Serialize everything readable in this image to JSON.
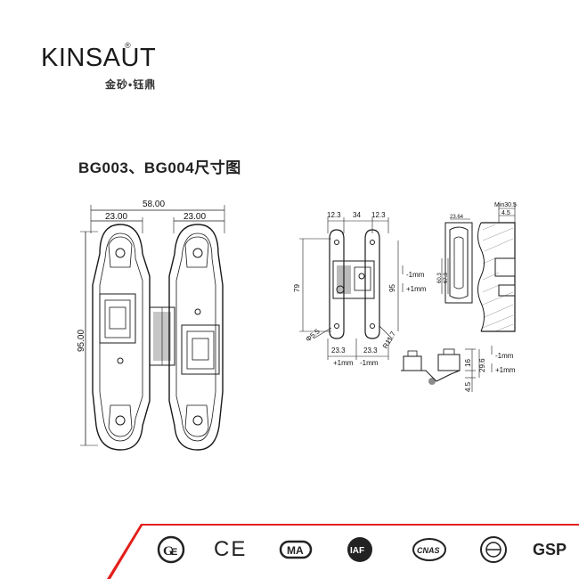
{
  "brand": {
    "name": "KINSAUT",
    "registered": "®",
    "subtitle": "金砂•钰鼎"
  },
  "title": "BG003、BG004尺寸图",
  "front_view": {
    "overall_width": "58.00",
    "left_half": "23.00",
    "right_half": "23.00",
    "height": "95.00"
  },
  "detail_view": {
    "top_left": "12.3",
    "top_mid": "34",
    "top_right": "12.3",
    "height_left": "79",
    "height_right": "95",
    "hole": "Φ5.5",
    "bottom_left": "23.3",
    "bottom_right": "23.3",
    "radius": "R11.7",
    "adj_left": "+1mm",
    "adj_right": "-1mm",
    "adj_up": "-1mm",
    "adj_down": "+1mm"
  },
  "side_view": {
    "top_width": "23.64",
    "h1": "60.3",
    "h2": "67.3"
  },
  "section_view": {
    "min_label": "Min30.5",
    "offset": "4.5"
  },
  "bottom_view": {
    "adj_up": "-1mm",
    "adj_down": "+1mm",
    "h16": "16",
    "h296": "29.6",
    "h45": "4.5"
  },
  "colors": {
    "accent": "#e3201b",
    "line": "#1a1a1a"
  },
  "certifications": [
    "ge-mark-icon",
    "ce-mark-icon",
    "cma-mark-icon",
    "iaf-mark-icon",
    "cnas-mark-icon",
    "ilac-mark-icon",
    "gsp-mark-icon"
  ],
  "cert_labels": {
    "ce": "CE",
    "ma": "MA",
    "iaf": "IAF",
    "cnas": "CNAS",
    "gsp": "GSP"
  }
}
